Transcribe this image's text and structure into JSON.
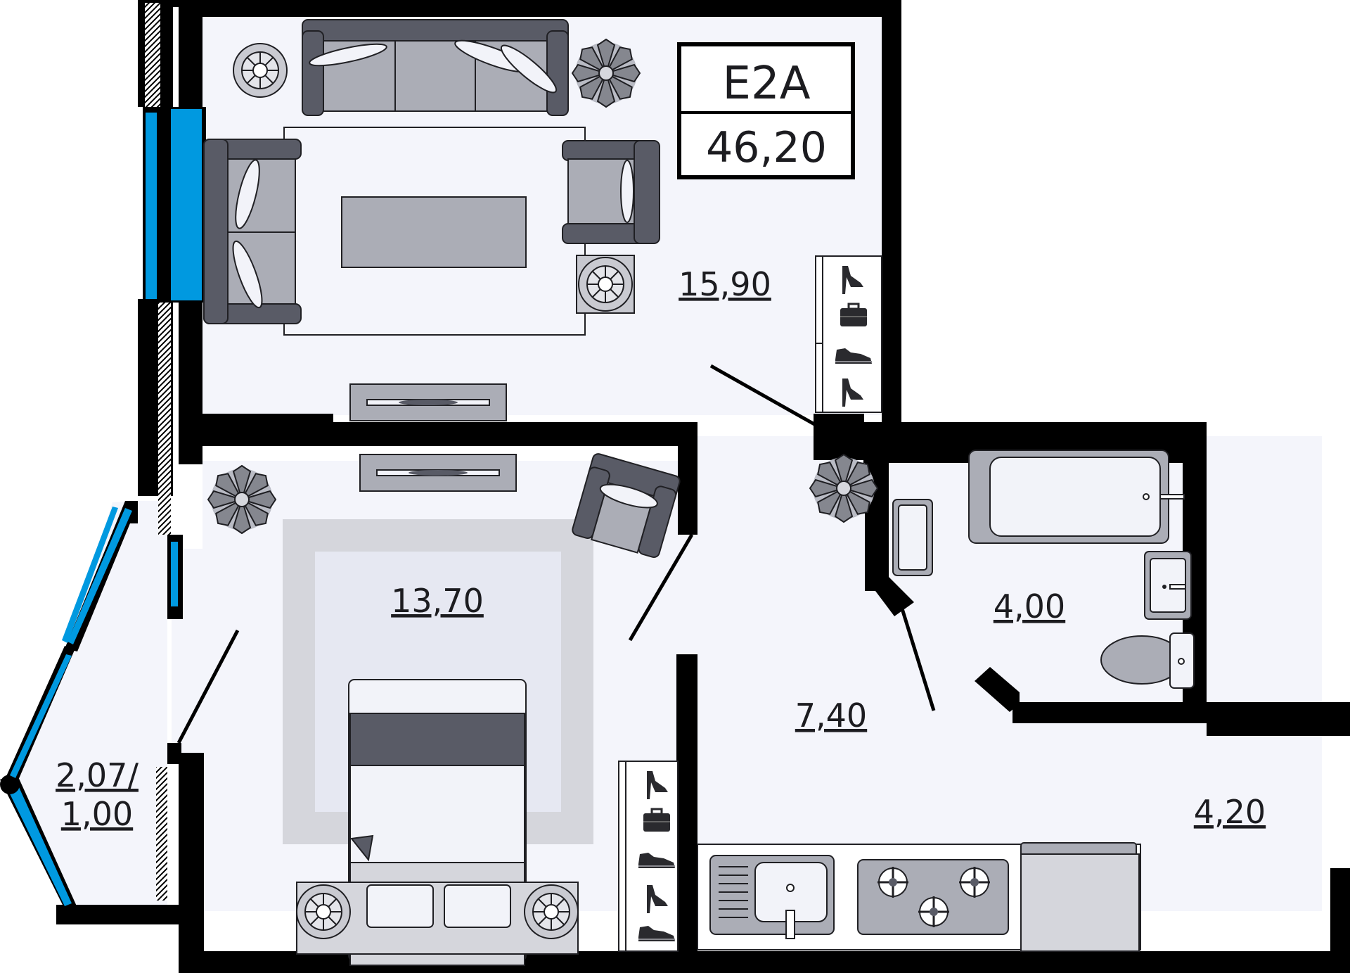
{
  "apartment": {
    "type_code": "E2A",
    "total_area": "46,20"
  },
  "rooms": {
    "living_room": "15,90",
    "bedroom": "13,70",
    "hallway": "7,40",
    "bathroom": "4,00",
    "kitchen": "4,20",
    "balcony_line1": "2,07/",
    "balcony_line2": "1,00"
  },
  "colors": {
    "wall": "#000000",
    "floor": "#f4f5fb",
    "window_glass": "#0099e0",
    "furniture_dark": "#595b66",
    "furniture_mid": "#abadb6"
  },
  "icons": [
    "plant-icon",
    "floor-lamp-icon",
    "high-heel-icon",
    "briefcase-icon",
    "sneaker-icon"
  ]
}
